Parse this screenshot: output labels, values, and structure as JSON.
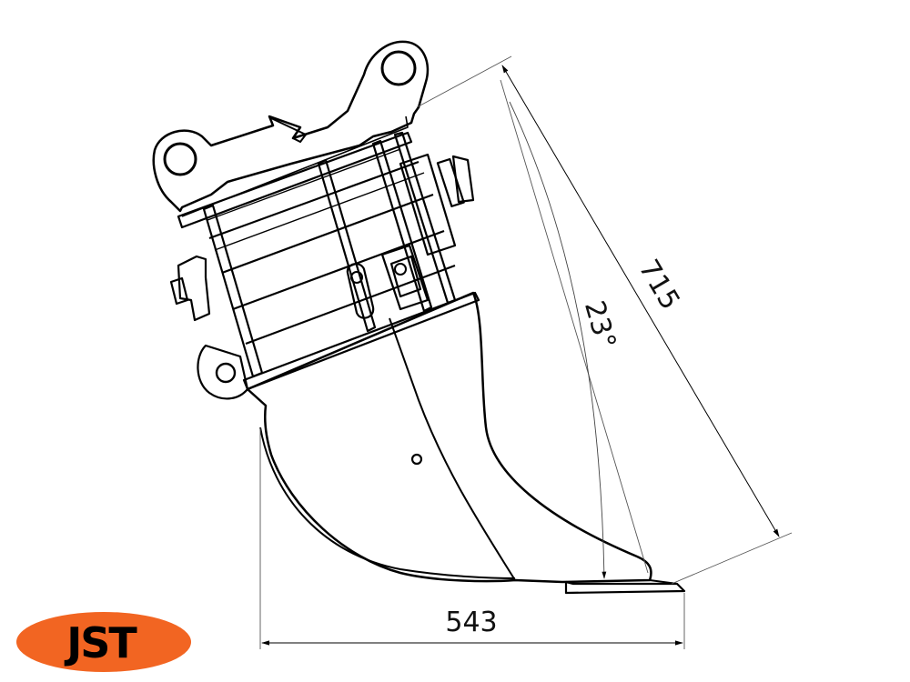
{
  "dimensions": {
    "width_mm": "543",
    "length_mm": "715",
    "angle": "23°"
  },
  "logo": {
    "text": "JST",
    "color": "#F26522"
  }
}
